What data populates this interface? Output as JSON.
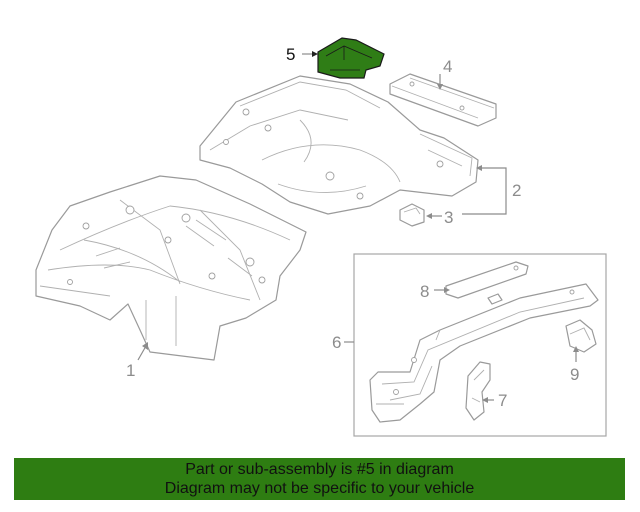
{
  "diagram": {
    "callouts": [
      {
        "id": "1",
        "label": "1"
      },
      {
        "id": "2",
        "label": "2"
      },
      {
        "id": "3",
        "label": "3"
      },
      {
        "id": "4",
        "label": "4"
      },
      {
        "id": "5",
        "label": "5"
      },
      {
        "id": "6",
        "label": "6"
      },
      {
        "id": "7",
        "label": "7"
      },
      {
        "id": "8",
        "label": "8"
      },
      {
        "id": "9",
        "label": "9"
      }
    ],
    "highlighted_part": "5"
  },
  "banner": {
    "line1": "Part or sub-assembly is #5 in diagram",
    "line2": "Diagram may not be specific to your vehicle",
    "background_color": "#2e7d12"
  },
  "colors": {
    "highlight_fill": "#2f7d16",
    "line_art": "#9a9a9a"
  }
}
